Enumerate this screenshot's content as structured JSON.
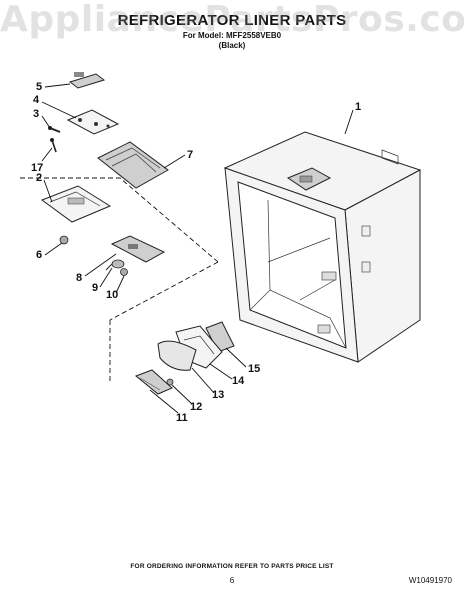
{
  "watermark": "AppliancePartsPros.com",
  "header": {
    "title": "REFRIGERATOR LINER PARTS",
    "model_line": "For Model: MFF2558VEB0",
    "color": "(Black)"
  },
  "callouts": [
    "1",
    "2",
    "3",
    "4",
    "5",
    "6",
    "7",
    "8",
    "9",
    "10",
    "11",
    "12",
    "13",
    "14",
    "15",
    "17"
  ],
  "footer": {
    "ordering": "FOR ORDERING INFORMATION REFER TO PARTS PRICE LIST",
    "page": "6",
    "doc_number": "W10491970"
  }
}
